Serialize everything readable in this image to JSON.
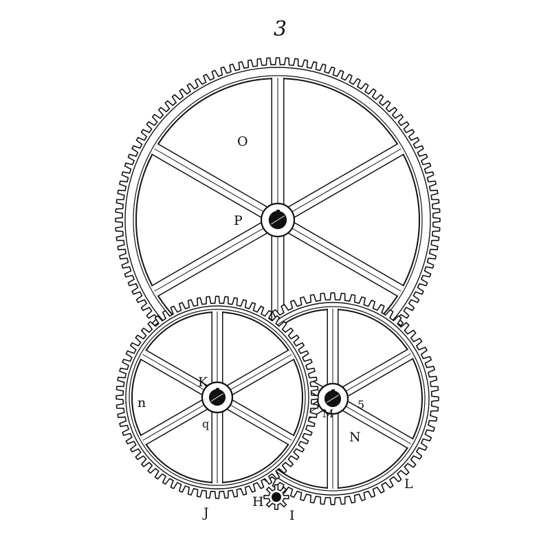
{
  "figure": {
    "number": "3",
    "ink_color": "#111111",
    "paper_color": "#ffffff"
  },
  "gears": [
    {
      "id": "large-wheel",
      "label": "O",
      "hub_label": "P",
      "teeth": 108,
      "spokes": 6
    },
    {
      "id": "left-wheel",
      "label": "J",
      "hub_label": "K",
      "teeth": 68,
      "spokes": 6
    },
    {
      "id": "right-wheel",
      "label": "L",
      "hub_label": "N",
      "teeth": 64,
      "spokes": 6
    },
    {
      "id": "pinion",
      "label": "I",
      "teeth": 8
    }
  ],
  "labels": {
    "O": "O",
    "P": "P",
    "K": "K",
    "n": "n",
    "q": "q",
    "N": "N",
    "M": "M",
    "five": "5",
    "J": "J",
    "L": "L",
    "H": "H",
    "I": "I"
  }
}
